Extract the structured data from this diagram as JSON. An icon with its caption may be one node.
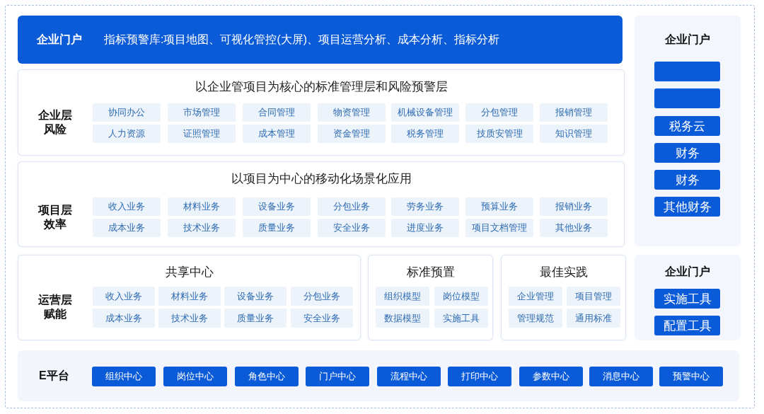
{
  "diagram": {
    "nodes": [
      {
        "text": [
          "企业门户",
          "指标预警库:项目地图、可视化管控(大屏)、项目运营分析、成本分析、指标分析"
        ]
      },
      {
        "text": [
          "以企业管项目为核心的标准管理层和风险预警层",
          "企业层风险"
        ]
      },
      {
        "text": [
          "协同办公"
        ],
        "in": 1
      },
      {
        "text": [
          "市场管理"
        ],
        "in": 1
      },
      {
        "text": [
          "合同管理"
        ],
        "in": 1
      },
      {
        "text": [
          "物资管理"
        ],
        "in": 1
      },
      {
        "text": [
          "机械设备管理"
        ],
        "in": 1
      },
      {
        "text": [
          "分包管理"
        ],
        "in": 1
      },
      {
        "text": [
          "报销管理"
        ],
        "in": 1
      },
      {
        "text": [
          "人力资源"
        ],
        "in": 1
      },
      {
        "text": [
          "证照管理"
        ],
        "in": 1
      },
      {
        "text": [
          "成本管理"
        ],
        "in": 1
      },
      {
        "text": [
          "资金管理"
        ],
        "in": 1
      },
      {
        "text": [
          "税务管理"
        ],
        "in": 1
      },
      {
        "text": [
          "技质安管理"
        ],
        "in": 1
      },
      {
        "text": [
          "知识管理"
        ],
        "in": 1
      },
      {
        "text": [
          "以项目为中心的移动化场景化应用",
          "项目层效率"
        ]
      },
      {
        "text": [
          "收入业务"
        ],
        "in": 16
      },
      {
        "text": [
          "材料业务"
        ],
        "in": 16
      },
      {
        "text": [
          "设备业务"
        ],
        "in": 16
      },
      {
        "text": [
          "分包业务"
        ],
        "in": 16
      },
      {
        "text": [
          "劳务业务"
        ],
        "in": 16
      },
      {
        "text": [
          "预算业务"
        ],
        "in": 16
      },
      {
        "text": [
          "报销业务"
        ],
        "in": 16
      },
      {
        "text": [
          "成本业务"
        ],
        "in": 16
      },
      {
        "text": [
          "技术业务"
        ],
        "in": 16
      },
      {
        "text": [
          "质量业务"
        ],
        "in": 16
      },
      {
        "text": [
          "安全业务"
        ],
        "in": 16
      },
      {
        "text": [
          "进度业务"
        ],
        "in": 16
      },
      {
        "text": [
          "项目文档管理"
        ],
        "in": 16
      },
      {
        "text": [
          "其他业务"
        ],
        "in": 16
      },
      {
        "text": [
          "共享中心",
          "运营层赋能"
        ]
      },
      {
        "text": [
          "收入业务"
        ],
        "in": 31
      },
      {
        "text": [
          "材料业务"
        ],
        "in": 31
      },
      {
        "text": [
          "设备业务"
        ],
        "in": 31
      },
      {
        "text": [
          "分包业务"
        ],
        "in": 31
      },
      {
        "text": [
          "成本业务"
        ],
        "in": 31
      },
      {
        "text": [
          "技术业务"
        ],
        "in": 31
      },
      {
        "text": [
          "质量业务"
        ],
        "in": 31
      },
      {
        "text": [
          "安全业务"
        ],
        "in": 31
      },
      {
        "text": [
          "标准预置"
        ]
      },
      {
        "text": [
          "组织模型"
        ],
        "in": 40
      },
      {
        "text": [
          "岗位模型"
        ],
        "in": 40
      },
      {
        "text": [
          "数据模型"
        ],
        "in": 40
      },
      {
        "text": [
          "实施工具"
        ],
        "in": 40
      },
      {
        "text": [
          "最佳实践"
        ]
      },
      {
        "text": [
          "企业管理"
        ],
        "in": 45
      },
      {
        "text": [
          "项目管理"
        ],
        "in": 45
      },
      {
        "text": [
          "管理规范"
        ],
        "in": 45
      },
      {
        "text": [
          "通用标准"
        ],
        "in": 45
      },
      {
        "text": [
          "E平台"
        ]
      },
      {
        "text": [
          "组织中心"
        ],
        "in": 50
      },
      {
        "text": [
          "岗位中心"
        ],
        "in": 50
      },
      {
        "text": [
          "角色中心"
        ],
        "in": 50
      },
      {
        "text": [
          "门户中心"
        ],
        "in": 50
      },
      {
        "text": [
          "流程中心"
        ],
        "in": 50
      },
      {
        "text": [
          "打印中心"
        ],
        "in": 50
      },
      {
        "text": [
          "参数中心"
        ],
        "in": 50
      },
      {
        "text": [
          "消息中心"
        ],
        "in": 50
      },
      {
        "text": [
          "预警中心"
        ],
        "in": 50
      },
      {
        "text": [
          "企业门户"
        ]
      },
      {
        "text": [],
        "shape": "box",
        "in": 60
      },
      {
        "text": [],
        "shape": "box",
        "in": 60
      },
      {
        "text": [
          "税务云"
        ],
        "in": 60
      },
      {
        "text": [
          "财务"
        ],
        "in": 60
      },
      {
        "text": [
          "财务"
        ],
        "in": 60
      },
      {
        "text": [
          "其他财务"
        ],
        "in": 60
      },
      {
        "text": [
          "企业门户"
        ]
      },
      {
        "text": [
          "实施工具"
        ],
        "in": 67
      },
      {
        "text": [
          "配置工具"
        ],
        "in": 67
      }
    ]
  }
}
